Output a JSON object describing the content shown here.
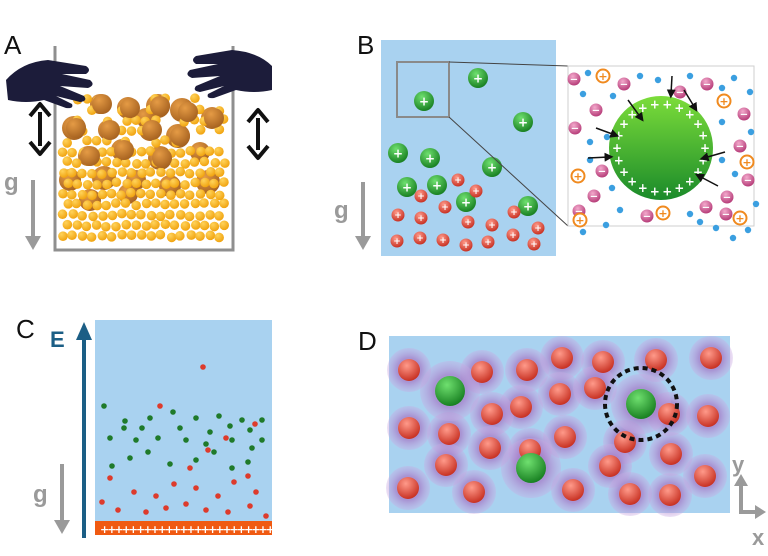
{
  "panels": {
    "A": {
      "letter": "A",
      "gravity_label": "g"
    },
    "B": {
      "letter": "B",
      "gravity_label": "g",
      "sphere_sign": "+",
      "cation_sign": "+",
      "anion_sign": "−"
    },
    "C": {
      "letter": "C",
      "field_label": "E",
      "gravity_label": "g",
      "electrode_sign": "+"
    },
    "D": {
      "letter": "D",
      "axis_y_label": "y",
      "axis_x_label": "x"
    }
  },
  "colors": {
    "water": "#a9d2f0",
    "grain_orange": "#f5b21c",
    "grain_brown": "#c87a2e",
    "positive_green": "#2eaa2e",
    "red_particle": "#dd3b2c",
    "cation": "#f08a1f",
    "anion": "#c0407e",
    "counterion_blue": "#3b9fe0",
    "halo_purple": "#b58ed0",
    "field_arrow": "#1b5e85",
    "gravity_arrow": "#9a9a9a",
    "electrode": "#f05a12"
  }
}
